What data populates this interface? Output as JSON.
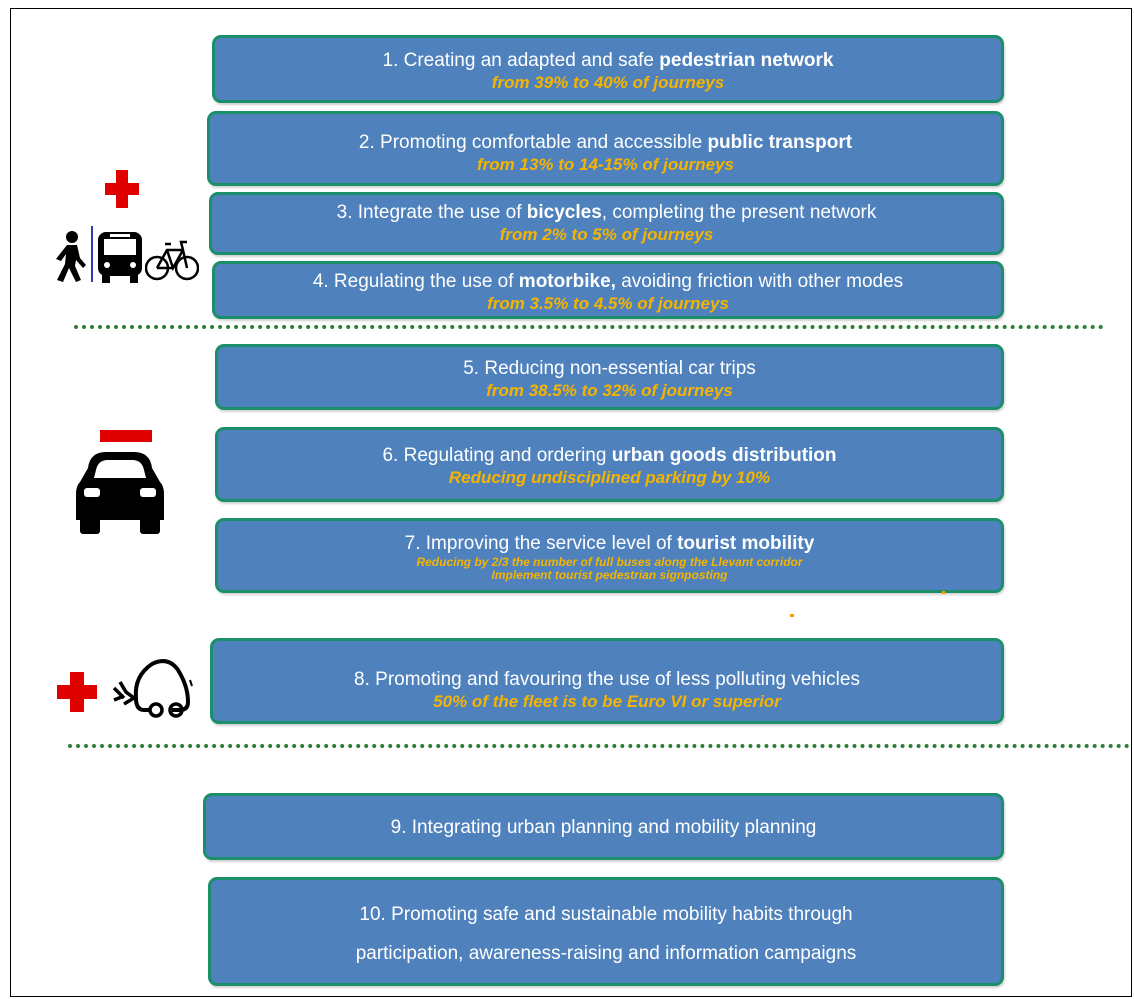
{
  "measures": [
    {
      "prefix": "1. Creating an adapted and safe ",
      "bold": "pedestrian network",
      "suffix": "",
      "sub1": "from 39% to 40% of journeys",
      "sub2": ""
    },
    {
      "prefix": "2. Promoting comfortable and accessible ",
      "bold": "public transport",
      "suffix": "",
      "sub1": "from 13% to 14-15% of journeys",
      "sub2": ""
    },
    {
      "prefix": "3. Integrate the use of ",
      "bold": "bicycles",
      "suffix": ", completing the present network",
      "sub1": "from 2% to 5% of journeys",
      "sub2": ""
    },
    {
      "prefix": "4. Regulating the use of ",
      "bold": "motorbike,",
      "suffix": " avoiding friction with other modes",
      "sub1": "from 3.5% to 4.5% of journeys",
      "sub2": ""
    },
    {
      "prefix": "5. Reducing non-essential car trips",
      "bold": "",
      "suffix": "",
      "sub1": "from 38.5% to 32% of journeys",
      "sub2": ""
    },
    {
      "prefix": "6. Regulating and ordering ",
      "bold": "urban goods distribution",
      "suffix": "",
      "sub1": "Reducing undisciplined  parking by 10%",
      "sub2": ""
    },
    {
      "prefix": "7. Improving the service level of ",
      "bold": "tourist mobility",
      "suffix": "",
      "sub1": "Reducing by 2/3 the number of full buses along the Llevant corridor",
      "sub2": "Implement tourist pedestrian signposting"
    },
    {
      "prefix": "8. Promoting and favouring the use of less polluting vehicles",
      "bold": "",
      "suffix": "",
      "sub1": "50% of the fleet is to be Euro VI or superior",
      "sub2": ""
    },
    {
      "prefix": "9. Integrating urban planning and mobility planning",
      "bold": "",
      "suffix": "",
      "sub1": "",
      "sub2": ""
    },
    {
      "prefix": "10. Promoting safe and sustainable mobility habits through",
      "bold": "",
      "suffix": "",
      "sub1": "participation, awareness-raising  and information campaigns",
      "sub2": ""
    }
  ],
  "icons": {
    "group1": [
      "red-plus-icon",
      "pedestrian-icon",
      "bus-icon",
      "bicycle-icon"
    ],
    "group2": [
      "car-icon"
    ],
    "group3": [
      "red-plus-icon",
      "electric-car-icon"
    ]
  },
  "colors": {
    "box_fill": "#4f81bd",
    "box_border": "#1b8f6a",
    "highlight_text": "#f5b400",
    "plus": "#e00000",
    "divider": "#2e7d32"
  }
}
